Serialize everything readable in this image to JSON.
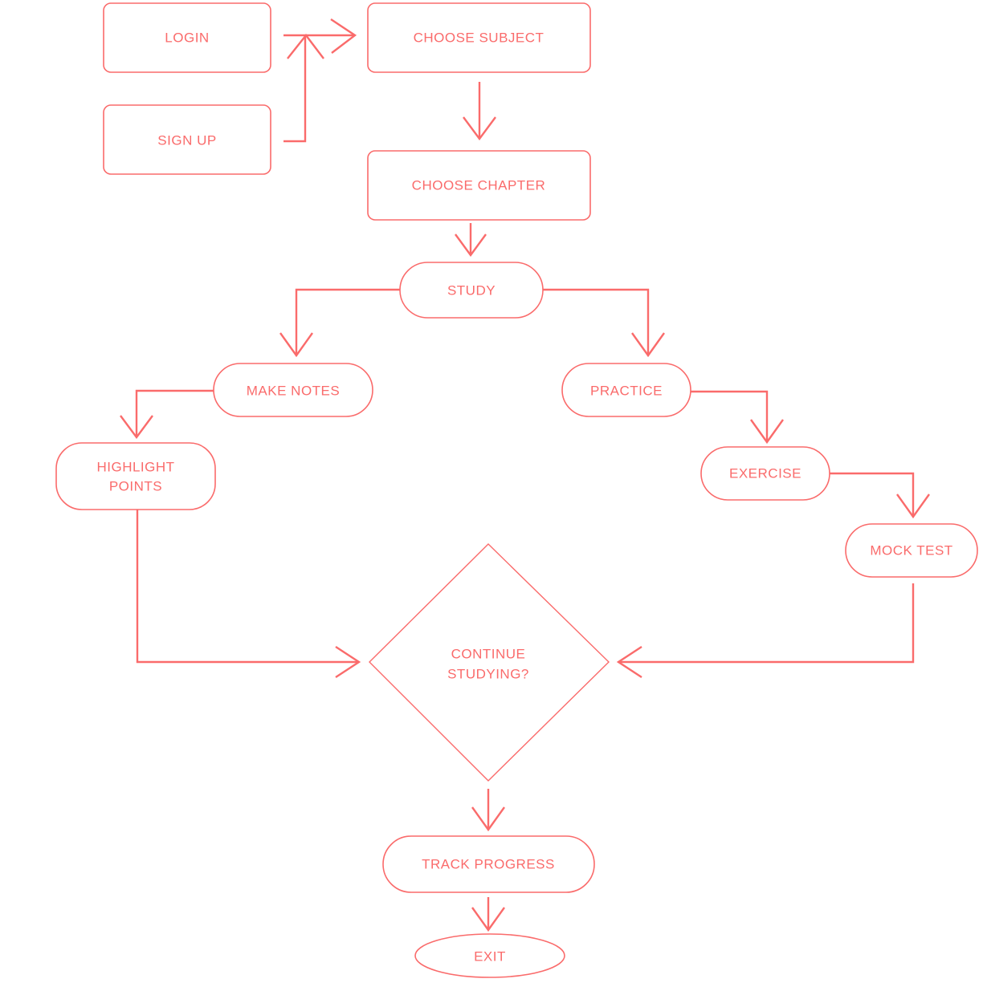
{
  "colors": {
    "accent": "#FA6B6B",
    "background": "#FFFFFF"
  },
  "nodes": {
    "login": {
      "label": "LOGIN",
      "shape": "rectangle"
    },
    "sign_up": {
      "label": "SIGN UP",
      "shape": "rectangle"
    },
    "choose_subject": {
      "label": "CHOOSE SUBJECT",
      "shape": "rectangle"
    },
    "choose_chapter": {
      "label": "CHOOSE CHAPTER",
      "shape": "rectangle"
    },
    "study": {
      "label": "STUDY",
      "shape": "stadium"
    },
    "make_notes": {
      "label": "MAKE NOTES",
      "shape": "stadium"
    },
    "practice": {
      "label": "PRACTICE",
      "shape": "stadium"
    },
    "highlight_points": {
      "line1": "HIGHLIGHT",
      "line2": "POINTS",
      "shape": "rounded-rectangle"
    },
    "exercise": {
      "label": "EXERCISE",
      "shape": "stadium"
    },
    "mock_test": {
      "label": "MOCK TEST",
      "shape": "stadium"
    },
    "continue_studying": {
      "line1": "CONTINUE",
      "line2": "STUDYING?",
      "shape": "diamond"
    },
    "track_progress": {
      "label": "TRACK PROGRESS",
      "shape": "stadium"
    },
    "exit": {
      "label": "EXIT",
      "shape": "ellipse"
    }
  },
  "edges": [
    {
      "from": "LOGIN",
      "to": "CHOOSE SUBJECT"
    },
    {
      "from": "SIGN UP",
      "to": "CHOOSE SUBJECT"
    },
    {
      "from": "CHOOSE SUBJECT",
      "to": "CHOOSE CHAPTER"
    },
    {
      "from": "CHOOSE CHAPTER",
      "to": "STUDY"
    },
    {
      "from": "STUDY",
      "to": "MAKE NOTES"
    },
    {
      "from": "STUDY",
      "to": "PRACTICE"
    },
    {
      "from": "MAKE NOTES",
      "to": "HIGHLIGHT POINTS"
    },
    {
      "from": "PRACTICE",
      "to": "EXERCISE"
    },
    {
      "from": "EXERCISE",
      "to": "MOCK TEST"
    },
    {
      "from": "HIGHLIGHT POINTS",
      "to": "CONTINUE STUDYING?"
    },
    {
      "from": "MOCK TEST",
      "to": "CONTINUE STUDYING?"
    },
    {
      "from": "CONTINUE STUDYING?",
      "to": "TRACK PROGRESS"
    },
    {
      "from": "TRACK PROGRESS",
      "to": "EXIT"
    }
  ]
}
